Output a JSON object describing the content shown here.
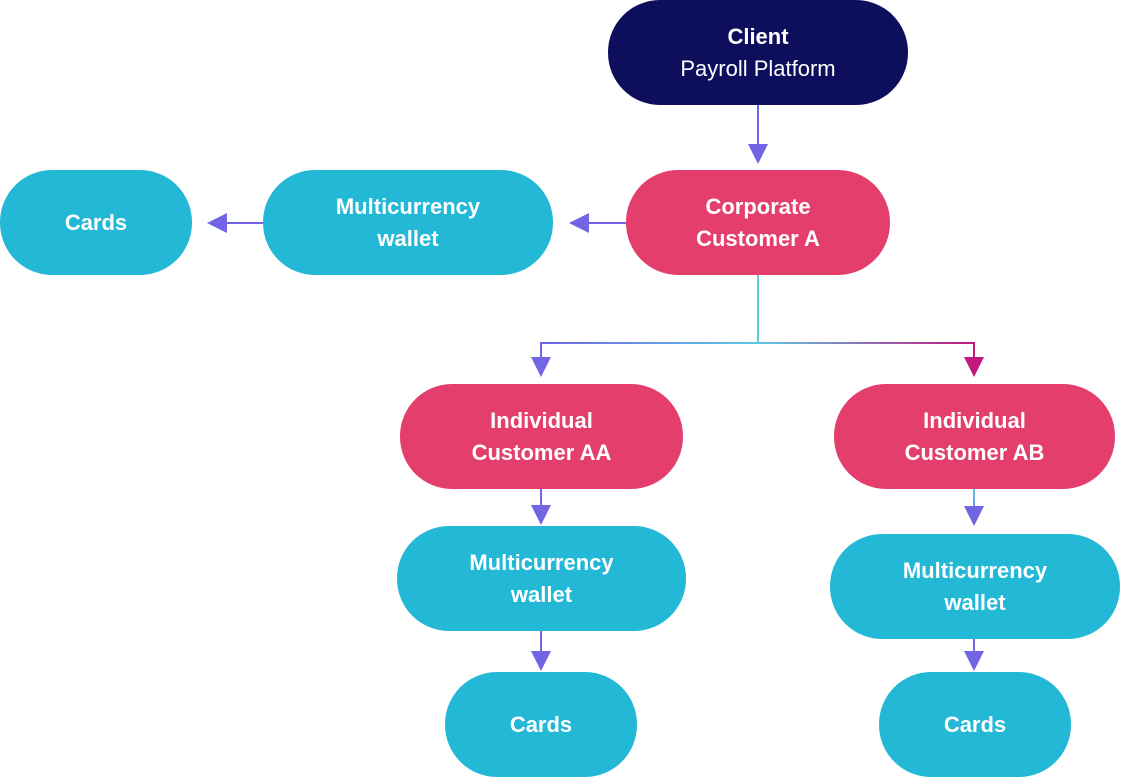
{
  "nodes": {
    "client": {
      "title": "Client",
      "subtitle": "Payroll Platform"
    },
    "corporate_customer": {
      "line1": "Corporate",
      "line2": "Customer A"
    },
    "corporate_wallet": {
      "line1": "Multicurrency",
      "line2": "wallet"
    },
    "corporate_cards": {
      "label": "Cards"
    },
    "individual_aa": {
      "line1": "Individual",
      "line2": "Customer AA"
    },
    "individual_ab": {
      "line1": "Individual",
      "line2": "Customer AB"
    },
    "wallet_aa": {
      "line1": "Multicurrency",
      "line2": "wallet"
    },
    "wallet_ab": {
      "line1": "Multicurrency",
      "line2": "wallet"
    },
    "cards_aa": {
      "label": "Cards"
    },
    "cards_ab": {
      "label": "Cards"
    }
  },
  "colors": {
    "client_fill": "#0e0f5c",
    "customer_fill": "#e43e6c",
    "product_fill": "#22b8d6",
    "arrow": "#7165e3",
    "branch_gradient": [
      "#7165e3",
      "#5ec8e5",
      "#c0187f"
    ]
  }
}
